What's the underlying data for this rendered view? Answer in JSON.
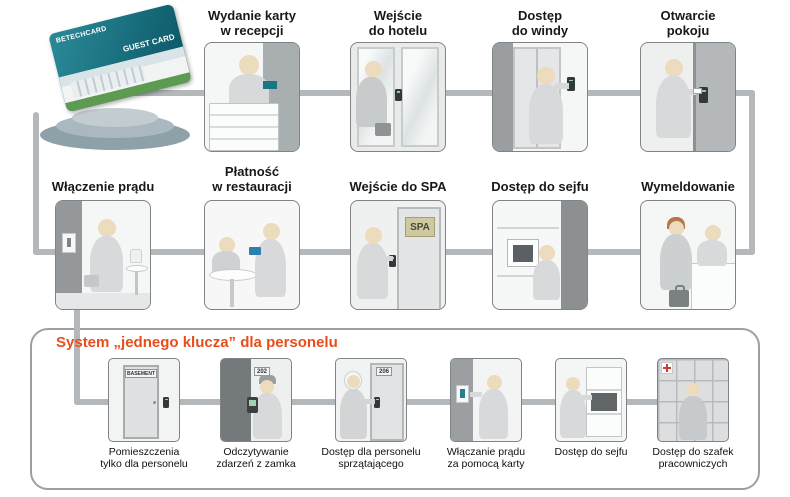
{
  "card": {
    "brand": "BETECHCARD",
    "type": "GUEST CARD"
  },
  "guest_steps": [
    {
      "title": "Wydanie karty\nw recepcji"
    },
    {
      "title": "Wejście\ndo hotelu"
    },
    {
      "title": "Dostęp\ndo windy"
    },
    {
      "title": "Otwarcie\npokoju"
    },
    {
      "title": "Włączenie prądu"
    },
    {
      "title": "Płatność\nw restauracji"
    },
    {
      "title": "Wejście do SPA",
      "sign": "SPA"
    },
    {
      "title": "Dostęp do sejfu"
    },
    {
      "title": "Wymeldowanie"
    }
  ],
  "staff_section": {
    "title": "System „jednego klucza” dla personelu",
    "items": [
      {
        "caption": "Pomieszczenia\ntylko dla personelu",
        "sign": "BASEMENT"
      },
      {
        "caption": "Odczytywanie\nzdarzeń z zamka",
        "sign": "202"
      },
      {
        "caption": "Dostęp dla personelu\nsprzątającego",
        "sign": "206"
      },
      {
        "caption": "Włączanie prądu\nza pomocą karty"
      },
      {
        "caption": "Dostęp do sejfu"
      },
      {
        "caption": "Dostęp do szafek\npracowniczych"
      }
    ]
  },
  "colors": {
    "accent_orange": "#e84e1b",
    "connector_gray": "#b4b8ba",
    "card_teal": "#15707f"
  }
}
